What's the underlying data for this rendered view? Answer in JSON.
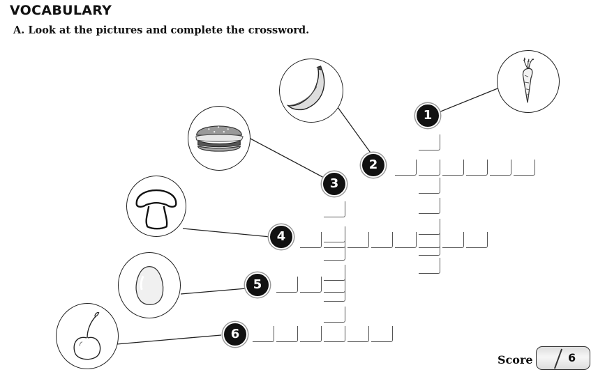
{
  "header": {
    "title": "VOCABULARY",
    "instruction": "A. Look at the pictures and complete the crossword."
  },
  "pictures": [
    {
      "id": "carrot",
      "icon": "carrot-icon"
    },
    {
      "id": "banana",
      "icon": "banana-icon"
    },
    {
      "id": "burger",
      "icon": "burger-icon"
    },
    {
      "id": "mushroom",
      "icon": "mushroom-icon"
    },
    {
      "id": "egg",
      "icon": "egg-icon"
    },
    {
      "id": "cherry",
      "icon": "cherry-icon"
    }
  ],
  "clues": [
    {
      "number": "1",
      "direction": "down",
      "length": 7
    },
    {
      "number": "2",
      "direction": "across",
      "length": 6
    },
    {
      "number": "3",
      "direction": "down",
      "length": 6
    },
    {
      "number": "4",
      "direction": "across",
      "length": 8
    },
    {
      "number": "5",
      "direction": "across",
      "length": 3
    },
    {
      "number": "6",
      "direction": "across",
      "length": 6
    }
  ],
  "score": {
    "label": "Score",
    "total": "6"
  }
}
